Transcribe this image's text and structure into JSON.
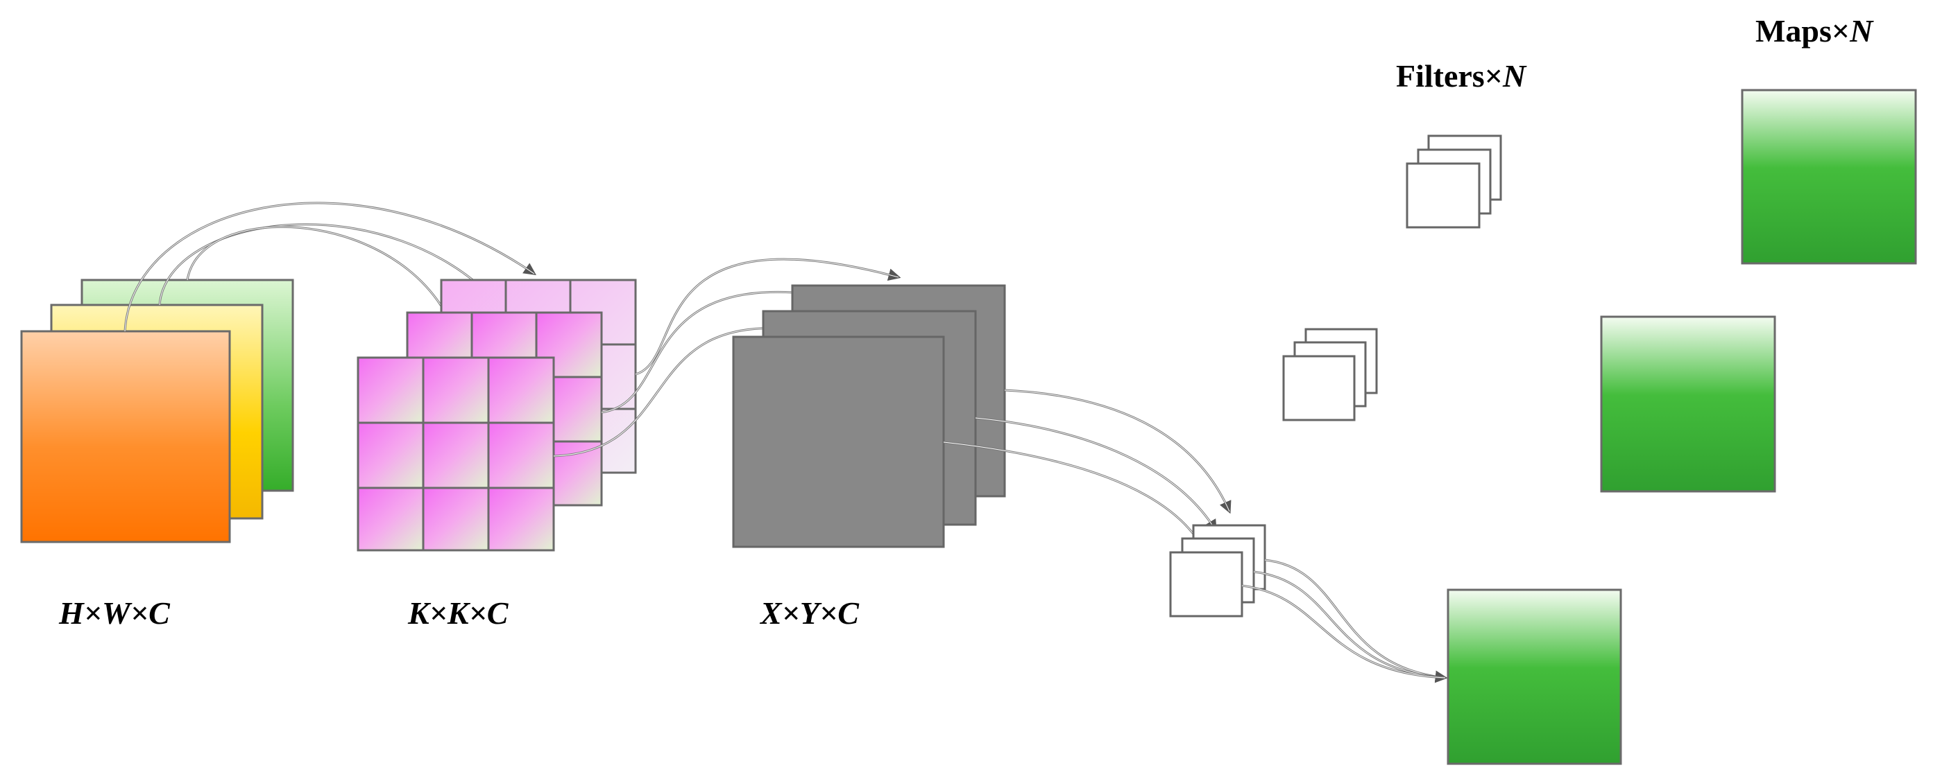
{
  "labels": {
    "input_dims": "H×W×C",
    "kernel_dims": "K×K×C",
    "output_dims": "X×Y×C",
    "filters_word": "Filters",
    "filters_times": "×",
    "filters_n": "N",
    "maps_word": "Maps",
    "maps_times": "×",
    "maps_n": "N"
  },
  "colors": {
    "input_front": [
      "#ffd0a8",
      "#ff7300"
    ],
    "input_middle": [
      "#fff6b8",
      "#ffc800"
    ],
    "input_back": [
      "#d8f5cf",
      "#3db530"
    ],
    "kernel_cell": [
      "#f47cf4",
      "#dff0cf"
    ],
    "feature_map": "#888888",
    "map_gradient": [
      "#f2fbee",
      "#3fbb3a",
      "#2f9f2f"
    ],
    "outline": "#555555",
    "connector": "#777777"
  }
}
